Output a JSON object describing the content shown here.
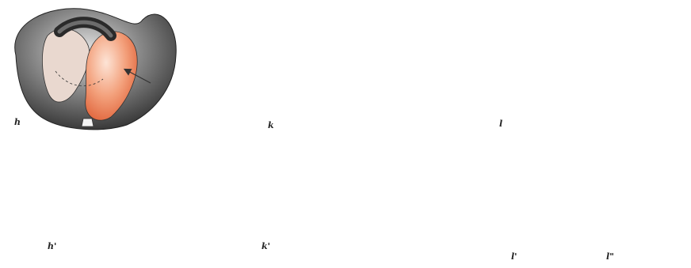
{
  "labels": {
    "h": "h",
    "k": "k",
    "l": "l",
    "h_prime": "h'",
    "k_prime": "k'",
    "l_prime": "l'",
    "l_double_prime": "l\""
  },
  "colors": {
    "torus_dark": "#3c3c3c",
    "torus_mid": "#8a8a8a",
    "torus_light": "#d6d6d6",
    "flesh": "#f08a62",
    "flesh_light": "#fbd9c7",
    "line": "#222222"
  }
}
